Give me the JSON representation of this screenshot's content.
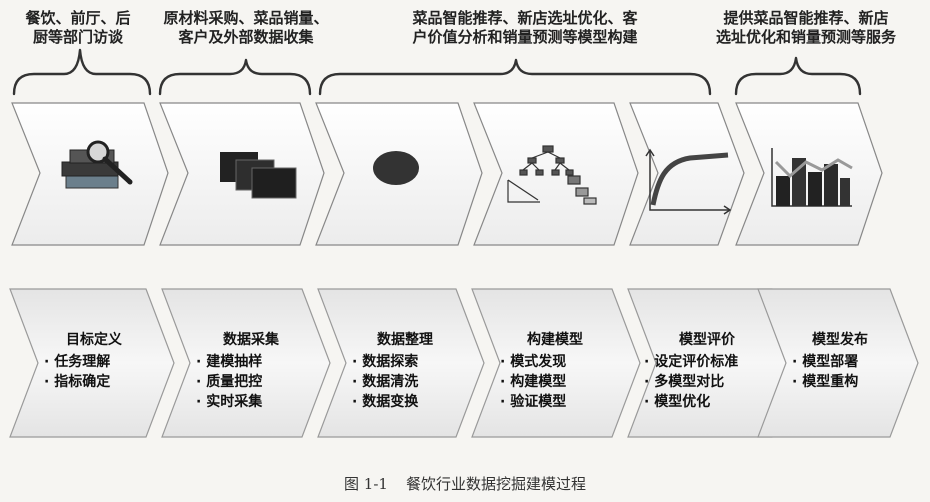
{
  "top_labels": [
    {
      "line1": "餐饮、前厅、后",
      "line2": "厨等部门访谈"
    },
    {
      "line1": "原材料采购、菜品销量、",
      "line2": "客户及外部数据收集"
    },
    {
      "line1": "菜品智能推荐、新店选址优化、客",
      "line2": "户价值分析和销量预测等模型构建"
    },
    {
      "line1": "提供菜品智能推荐、新店",
      "line2": "选址优化和销量预测等服务"
    }
  ],
  "icons": [
    "books-magnifier-icon",
    "documents-stack-icon",
    "data-blob-icon",
    "tree-model-icon",
    "growth-curve-icon",
    "bar-line-chart-icon"
  ],
  "stages": [
    {
      "title": "目标定义",
      "items": [
        "任务理解",
        "指标确定"
      ]
    },
    {
      "title": "数据采集",
      "items": [
        "建模抽样",
        "质量把控",
        "实时采集"
      ]
    },
    {
      "title": "数据整理",
      "items": [
        "数据探索",
        "数据清洗",
        "数据变换"
      ]
    },
    {
      "title": "构建模型",
      "items": [
        "模式发现",
        "构建模型",
        "验证模型"
      ]
    },
    {
      "title": "模型评价",
      "items": [
        "设定评价标准",
        "多模型对比",
        "模型优化"
      ]
    },
    {
      "title": "模型发布",
      "items": [
        "模型部署",
        "模型重构"
      ]
    }
  ],
  "caption": {
    "number": "图 1-1",
    "title": "餐饮行业数据挖掘建模过程"
  }
}
